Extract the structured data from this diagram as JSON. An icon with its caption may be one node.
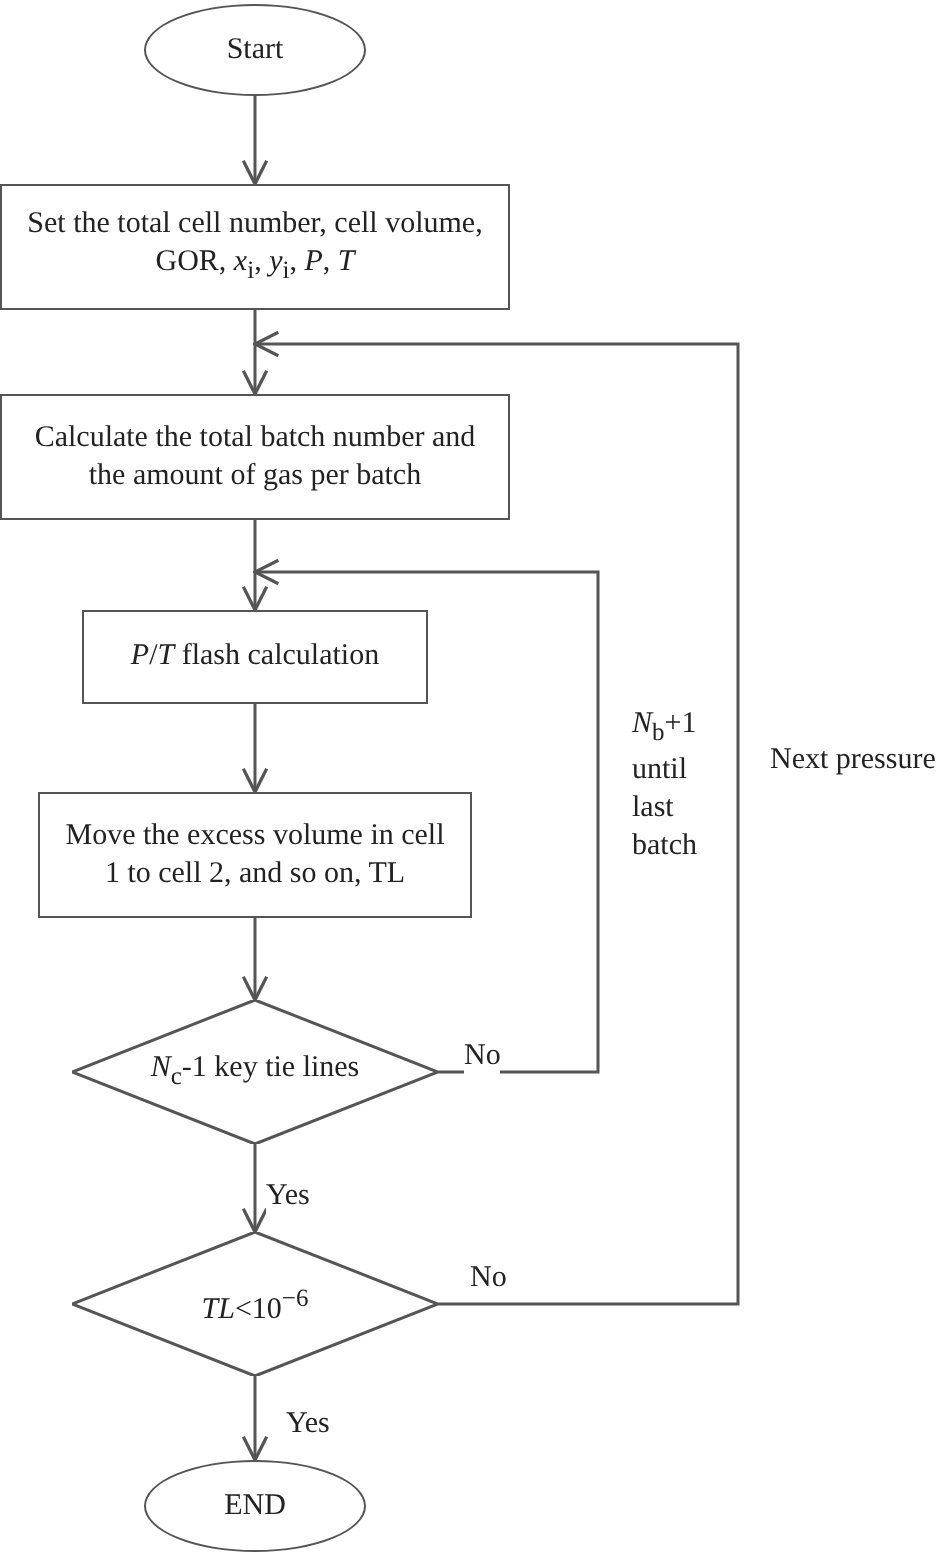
{
  "diagram": {
    "nodes": [
      {
        "text": [
          "Start"
        ]
      },
      {
        "text": [
          "Set the total cell number, cell volume, GOR, *x*$_{i}$, *y*$_{i}$, *P*, *T*"
        ]
      },
      {
        "text": [
          "Calculate the total batch number and the amount of gas per batch"
        ]
      },
      {
        "text": [
          "*P*/*T* flash calculation"
        ]
      },
      {
        "text": [
          "Move the excess volume in cell 1 to cell 2, and so on, TL"
        ]
      },
      {
        "text": [
          "*N*$_{c}$-1 key tie lines"
        ]
      },
      {
        "text": [
          "*TL*<10$^{−6}$"
        ]
      },
      {
        "text": [
          "END"
        ]
      }
    ],
    "edges": [
      {
        "from": 0,
        "to": 1,
        "arrow": "to"
      },
      {
        "from": 1,
        "to": 2,
        "arrow": "to"
      },
      {
        "from": 2,
        "to": 3,
        "arrow": "to"
      },
      {
        "from": 3,
        "to": 4,
        "arrow": "to"
      },
      {
        "from": 4,
        "to": 5,
        "arrow": "to"
      },
      {
        "from": 5,
        "to": 3,
        "arrow": "to",
        "label": "No"
      },
      {
        "from": 5,
        "to": 6,
        "arrow": "to",
        "label": "Yes"
      },
      {
        "from": 6,
        "to": 2,
        "arrow": "to",
        "label": "No"
      },
      {
        "from": 6,
        "to": 7,
        "arrow": "to",
        "label": "Yes"
      }
    ],
    "labels": [
      "*N*$_{b}$+1 until last batch",
      "Next pressure"
    ]
  }
}
